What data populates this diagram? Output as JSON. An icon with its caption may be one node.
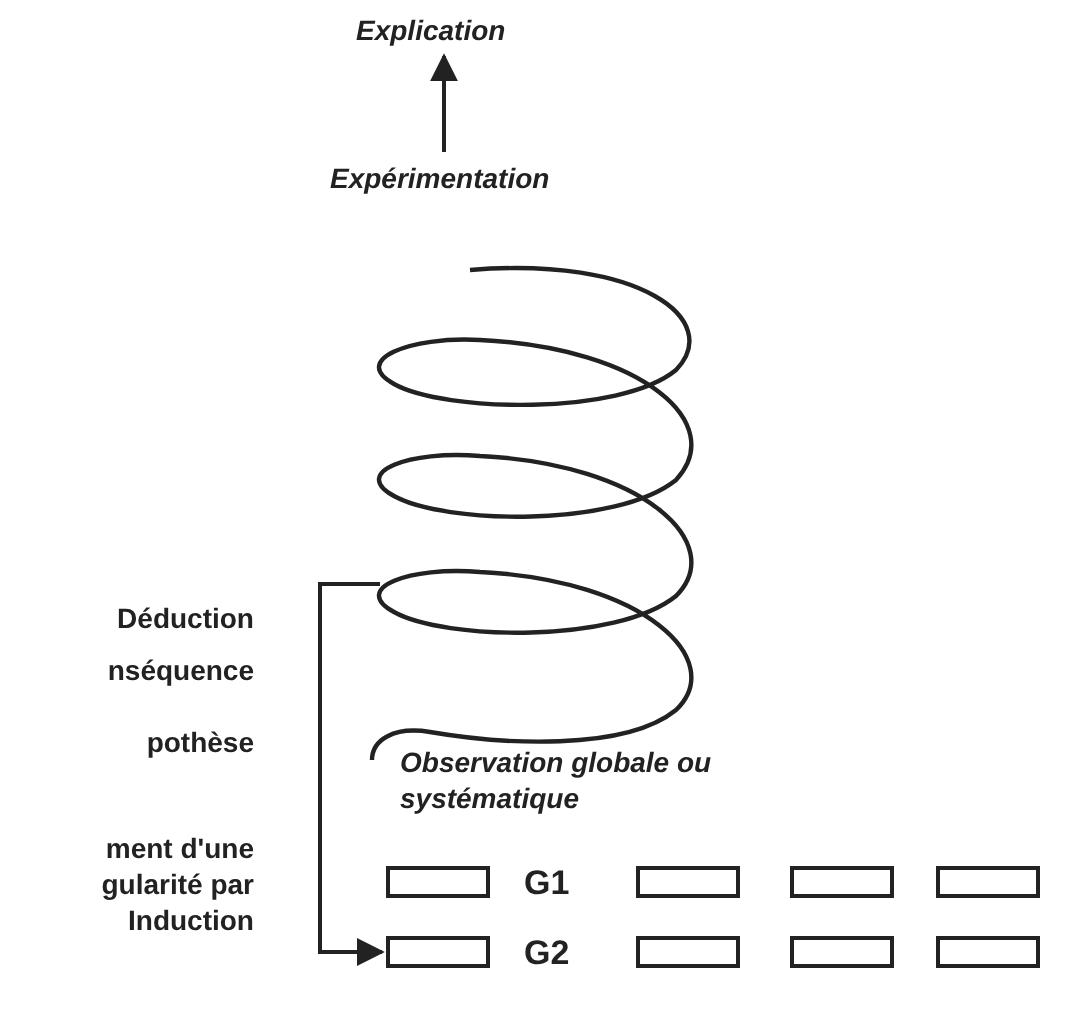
{
  "diagram": {
    "nodes": [
      {
        "text": [
          "Explication"
        ]
      },
      {
        "text": [
          "Expérimentation"
        ]
      },
      {
        "text": [],
        "shape": "picture"
      },
      {
        "text": [],
        "shape": "box"
      },
      {
        "text": [],
        "shape": "box"
      },
      {
        "text": [],
        "shape": "box"
      },
      {
        "text": [],
        "shape": "box"
      },
      {
        "text": [],
        "shape": "box"
      },
      {
        "text": [],
        "shape": "box"
      },
      {
        "text": [],
        "shape": "box"
      },
      {
        "text": [],
        "shape": "box"
      }
    ],
    "edges": [
      {
        "from": 1,
        "to": 0,
        "arrow": "to"
      },
      {
        "from": 2,
        "to": 7,
        "arrow": "to"
      }
    ],
    "labels": [
      "Déduction",
      "nséquence",
      "pothèse",
      "Observation globale ou systématique",
      "ment d'une gularité par Induction",
      "G1",
      "G2"
    ]
  }
}
